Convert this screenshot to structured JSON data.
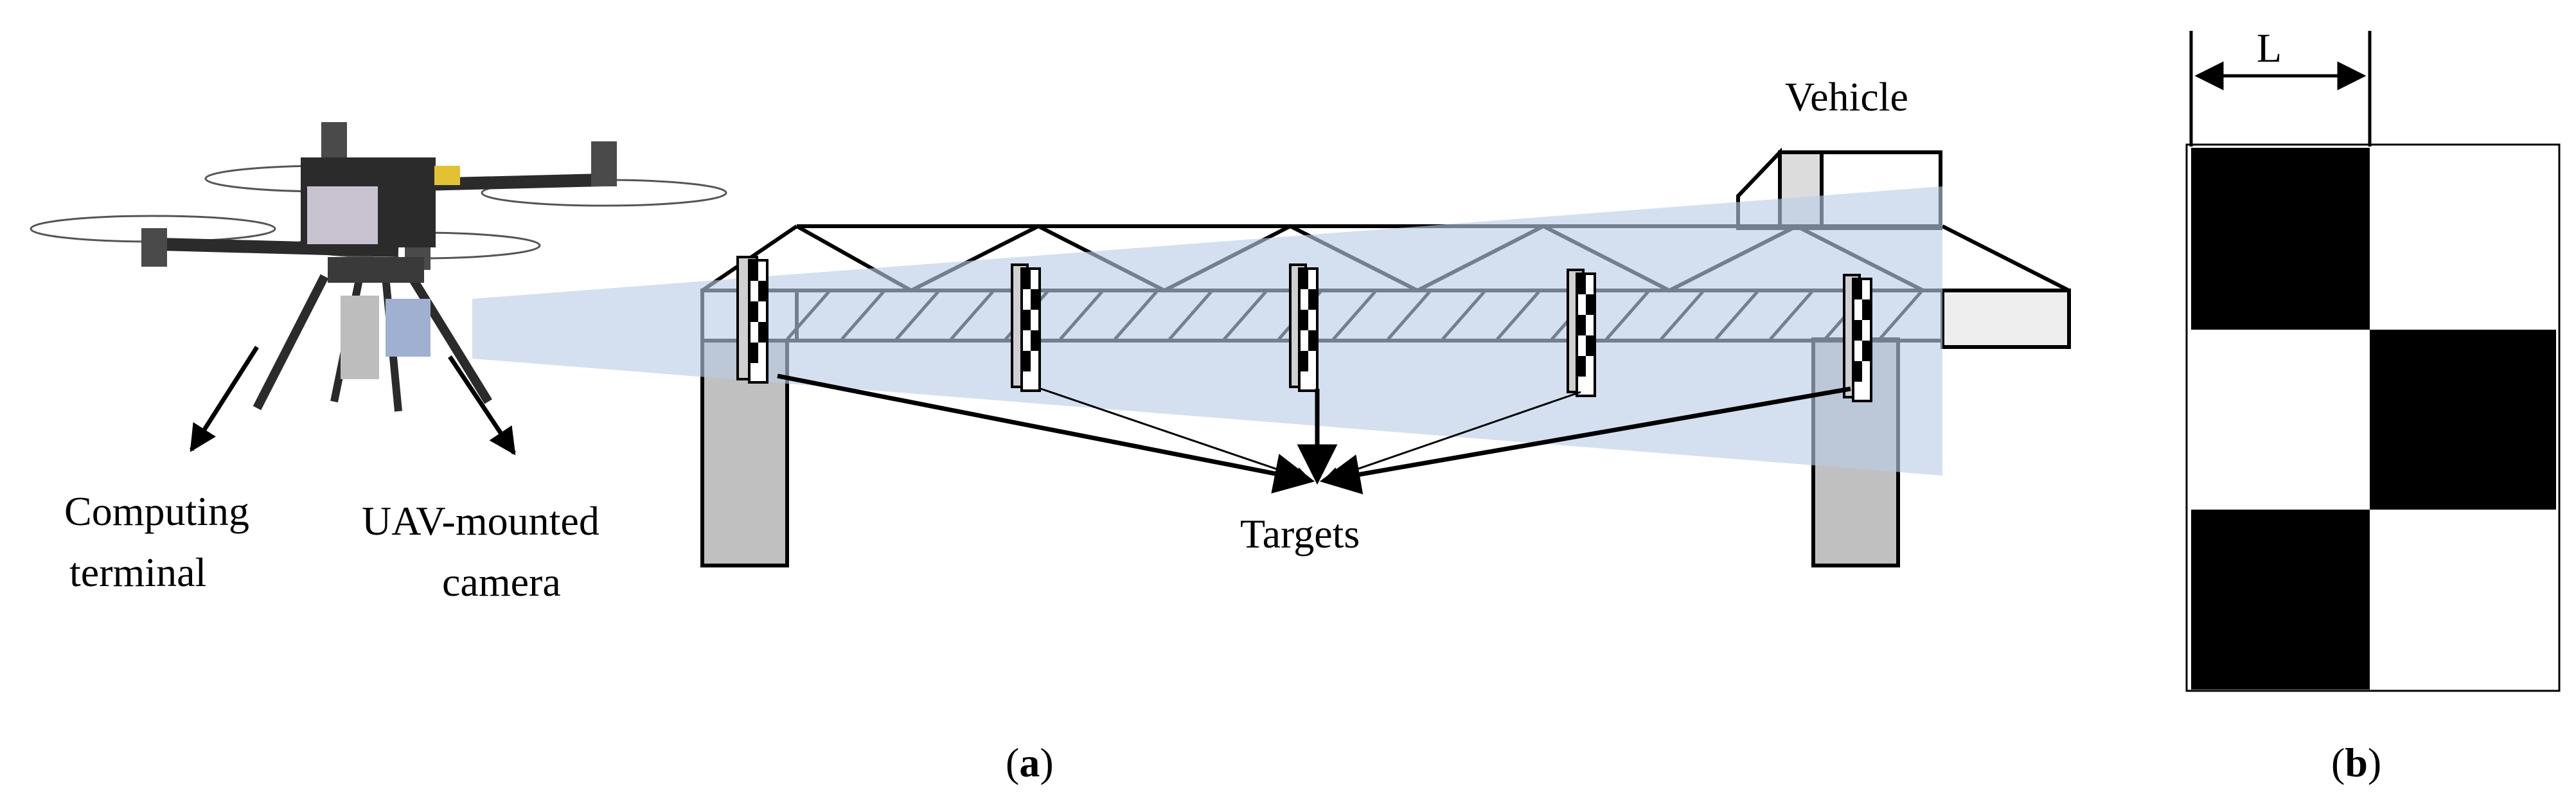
{
  "figure": {
    "panel_a": {
      "labels": {
        "computing_terminal_line1": "Computing",
        "computing_terminal_line2": "terminal",
        "uav_camera_line1": "UAV-mounted",
        "uav_camera_line2": "camera",
        "targets": "Targets",
        "vehicle": "Vehicle"
      },
      "caption": {
        "open": "(",
        "letter": "a",
        "close": ")"
      },
      "colors": {
        "field_of_view": "#b9cde6",
        "pier": "#c0c0c0",
        "deck_end": "#eeeeee",
        "drone_body": "#2b2b2b"
      }
    },
    "panel_b": {
      "dimension_label": "L",
      "caption": {
        "open": "(",
        "letter": "b",
        "close": ")"
      },
      "colors": {
        "square": "#000000",
        "background": "#ffffff"
      }
    }
  }
}
